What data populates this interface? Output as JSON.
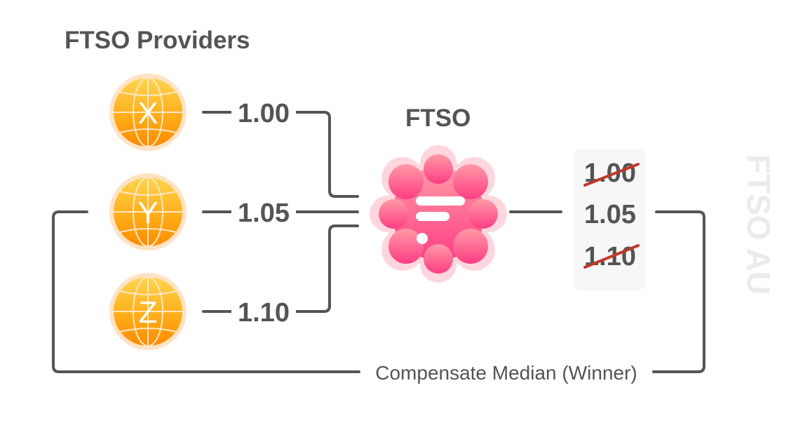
{
  "providers_title": "FTSO Providers",
  "ftso_title": "FTSO",
  "providers": [
    {
      "letter": "X",
      "price": "1.00"
    },
    {
      "letter": "Y",
      "price": "1.05"
    },
    {
      "letter": "Z",
      "price": "1.10"
    }
  ],
  "sorted_prices": [
    {
      "value": "1.00",
      "struck": true
    },
    {
      "value": "1.05",
      "struck": false
    },
    {
      "value": "1.10",
      "struck": true
    }
  ],
  "feedback_label": "Compensate Median (Winner)",
  "watermark": "FTSO AU",
  "colors": {
    "globe_orange": "#ff9800",
    "globe_yellow": "#ffd54f",
    "ftso_pink": "#ff4f88",
    "line_gray": "#555555",
    "text_gray": "#545454",
    "strike_red": "#c0392b",
    "watermark_gray": "#ebebeb"
  },
  "icons": {
    "provider": "globe-icon",
    "ftso": "ftso-logo-icon"
  }
}
